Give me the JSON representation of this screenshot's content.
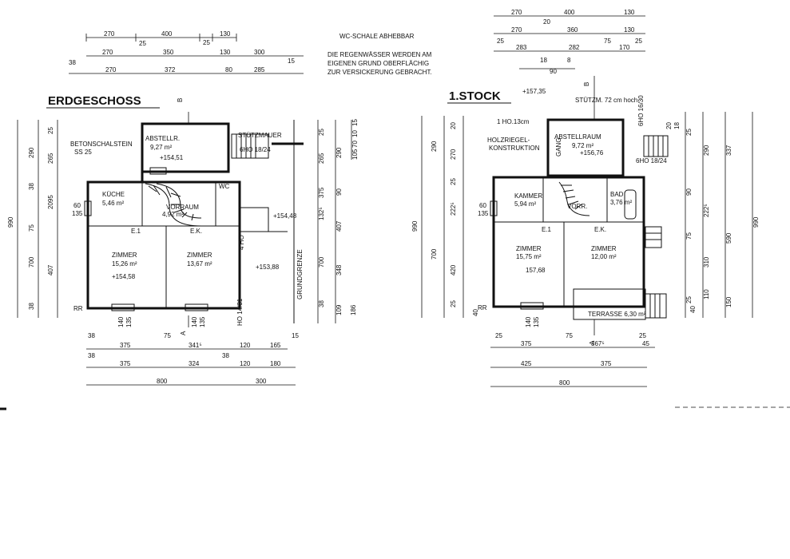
{
  "titles": {
    "ground_floor": "ERDGESCHOSS",
    "first_floor": "1.STOCK"
  },
  "notes": {
    "wc": "WC-SCHALE ABHEBBAR",
    "rain_1": "DIE REGENWÄSSER WERDEN AM",
    "rain_2": "EIGENEN GRUND OBERFLÄCHIG",
    "rain_3": "ZUR VERSICKERUNG GEBRACHT."
  },
  "ground": {
    "betonschalstein_1": "BETONSCHALSTEIN",
    "betonschalstein_2": "SS 25",
    "abstell_name": "ABSTELLR.",
    "abstell_area": "9,27 m²",
    "abstell_level": "+154,51",
    "stuetzmauer": "STÜTZMAUER",
    "stair_ho": "6HO 18/24",
    "kueche_name": "KÜCHE",
    "kueche_area": "5,46 m²",
    "vorraum_name": "VORRAUM",
    "vorraum_area": "4,92 m²",
    "wc": "WC",
    "ext_level": "+154,48",
    "e1": "E.1",
    "ek": "E.K.",
    "zimmer1_name": "ZIMMER",
    "zimmer1_area": "15,26 m²",
    "zimmer1_level": "+154,58",
    "zimmer2_name": "ZIMMER",
    "zimmer2_area": "13,67 m²",
    "terrace_level": "+153,88",
    "grundgrenze": "GRUNDGRENZE",
    "ho_a": "4 HO",
    "ho_b": "HO 14/31",
    "rr": "RR",
    "section_a": "A",
    "section_b": "B"
  },
  "first": {
    "level_top": "+157,35",
    "stuetzm": "STÜTZM. 72 cm hoch",
    "ho13": "1 HO.13cm",
    "holzriegel_1": "HOLZRIEGEL-",
    "holzriegel_2": "KONSTRUKTION",
    "abstell_name": "ABSTELLRAUM",
    "abstell_area": "9,72 m²",
    "abstell_level": "+156,76",
    "gang": "GANG",
    "kammer_name": "KAMMER",
    "kammer_area": "5,94 m²",
    "vorr": "VORR.",
    "bad_name": "BAD",
    "bad_area": "3,76 m²",
    "e1": "E.1",
    "ek": "E.K.",
    "zimmer1_name": "ZIMMER",
    "zimmer1_area": "15,75 m²",
    "zimmer1_level": "157,68",
    "zimmer2_name": "ZIMMER",
    "zimmer2_area": "12,00 m²",
    "terrasse": "TERRASSE 6,30 m²",
    "stair_ho1": "6HO 18/24",
    "stair_ho2": "6HO 16/30",
    "rr": "RR",
    "section_a": "A",
    "section_b": "B"
  },
  "dims_ground_top": {
    "r1": [
      "270",
      "400",
      "25",
      "130"
    ],
    "r2": [
      "270",
      "25",
      "350",
      "130",
      "300",
      "15"
    ],
    "r3": [
      "38",
      "270",
      "372",
      "80",
      "285"
    ]
  },
  "dims_ground_bottom": {
    "r1": [
      "38",
      "75",
      "15"
    ],
    "r2": [
      "375",
      "341⁵",
      "120",
      "165"
    ],
    "r3": [
      "38",
      "38",
      "375",
      "324",
      "120",
      "180"
    ],
    "r4": [
      "800",
      "300"
    ]
  },
  "dims_ground_left": {
    "outer": "990",
    "inner": [
      "290",
      "38",
      "75",
      "700",
      "38"
    ],
    "fine": [
      "25",
      "265",
      "2095",
      "60",
      "135",
      "407"
    ]
  },
  "dims_ground_right": {
    "a": [
      "25",
      "265",
      "375",
      "132⁵",
      "700",
      "38"
    ],
    "b": [
      "290",
      "90",
      "407",
      "348",
      "109",
      "186"
    ],
    "c": [
      "15",
      "10",
      "70",
      "105"
    ]
  },
  "dims_ground_window": [
    "140",
    "135",
    "140",
    "135"
  ],
  "dims_first_top": {
    "r1": [
      "270",
      "400",
      "20",
      "130"
    ],
    "r2": [
      "270",
      "360",
      "130"
    ],
    "r3": [
      "25",
      "283",
      "282",
      "75",
      "170",
      "25"
    ],
    "r4": [
      "18",
      "90",
      "8"
    ]
  },
  "dims_first_bottom": {
    "r1": [
      "25",
      "75",
      "25"
    ],
    "r2": [
      "375",
      "367⁵",
      "45"
    ],
    "r3": [
      "425",
      "375"
    ],
    "r4": [
      "800"
    ]
  },
  "dims_first_left": {
    "outer": "990",
    "inner": [
      "290",
      "270",
      "700",
      "420",
      "25"
    ],
    "fine": [
      "20",
      "25",
      "222⁵",
      "60",
      "135",
      "40"
    ]
  },
  "dims_first_right": {
    "a": [
      "25",
      "290",
      "90",
      "222⁵",
      "590",
      "310",
      "110",
      "150"
    ],
    "b": [
      "337",
      "990",
      "20",
      "18"
    ],
    "c": [
      "40",
      "75",
      "25"
    ]
  },
  "dims_first_window": [
    "140",
    "135"
  ]
}
